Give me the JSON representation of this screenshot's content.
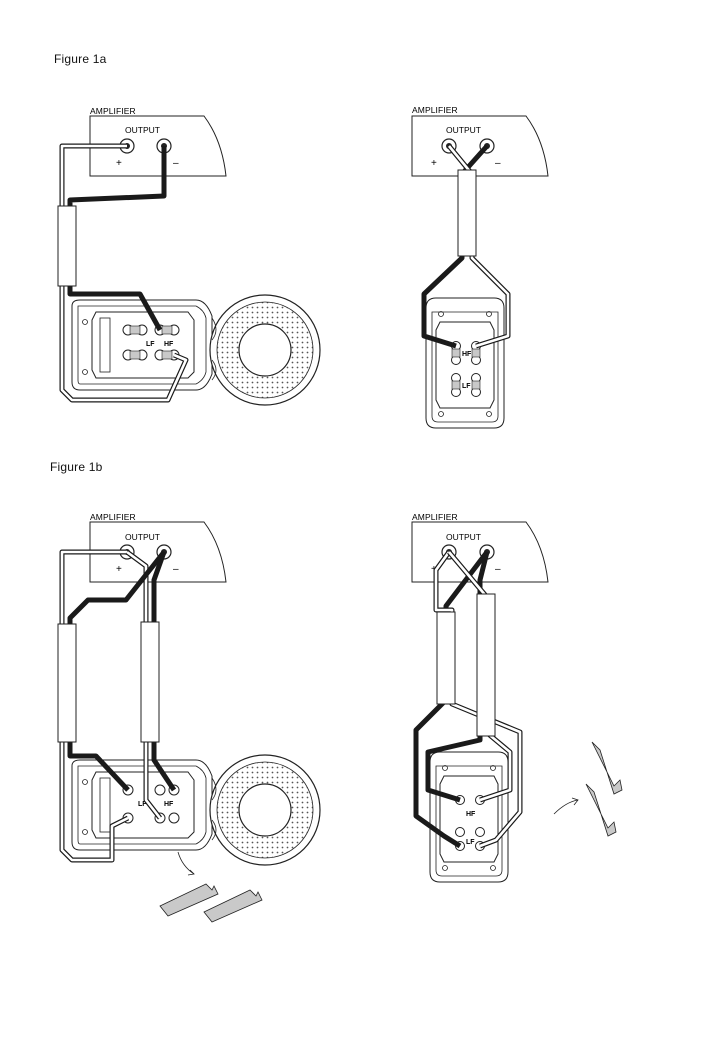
{
  "figures": [
    {
      "label": "Figure 1a",
      "panels": [
        {
          "amp_label": "AMPLIFIER",
          "output_label": "OUTPUT",
          "plus": "+",
          "minus": "–",
          "hf": "HF",
          "lf": "LF",
          "term_plus": "+",
          "term_minus": "–"
        },
        {
          "amp_label": "AMPLIFIER",
          "output_label": "OUTPUT",
          "plus": "+",
          "minus": "–",
          "hf": "HF",
          "lf": "LF",
          "term_plus": "+",
          "term_minus": "–"
        }
      ]
    },
    {
      "label": "Figure 1b",
      "panels": [
        {
          "amp_label": "AMPLIFIER",
          "output_label": "OUTPUT",
          "plus": "+",
          "minus": "–",
          "hf": "HF",
          "lf": "LF",
          "term_plus": "+",
          "term_minus": "–"
        },
        {
          "amp_label": "AMPLIFIER",
          "output_label": "OUTPUT",
          "plus": "+",
          "minus": "–",
          "hf": "HF",
          "lf": "LF",
          "term_plus": "+",
          "term_minus": "–"
        }
      ]
    }
  ],
  "colors": {
    "wire_dark": "#1a1a1a",
    "wire_light": "#ffffff",
    "outline": "#222222",
    "link_fill": "#c9c9c9"
  }
}
